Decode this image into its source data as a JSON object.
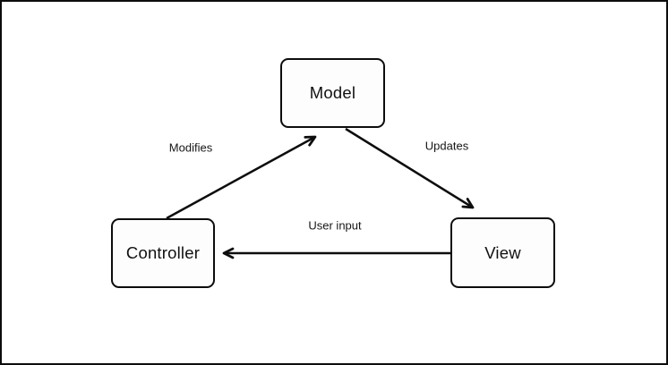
{
  "diagram": {
    "background_color": "#ffffff",
    "stroke_color": "#0d0d0d",
    "node_fill_color": "#fdfdfd",
    "nodes": [
      {
        "id": "model",
        "label": "Model"
      },
      {
        "id": "controller",
        "label": "Controller"
      },
      {
        "id": "view",
        "label": "View"
      }
    ],
    "edges": [
      {
        "id": "modifies",
        "label": "Modifies",
        "from": "Controller",
        "to": "Model"
      },
      {
        "id": "updates",
        "label": "Updates",
        "from": "Model",
        "to": "View"
      },
      {
        "id": "user-input",
        "label": "User input",
        "from": "View",
        "to": "Controller"
      }
    ]
  }
}
